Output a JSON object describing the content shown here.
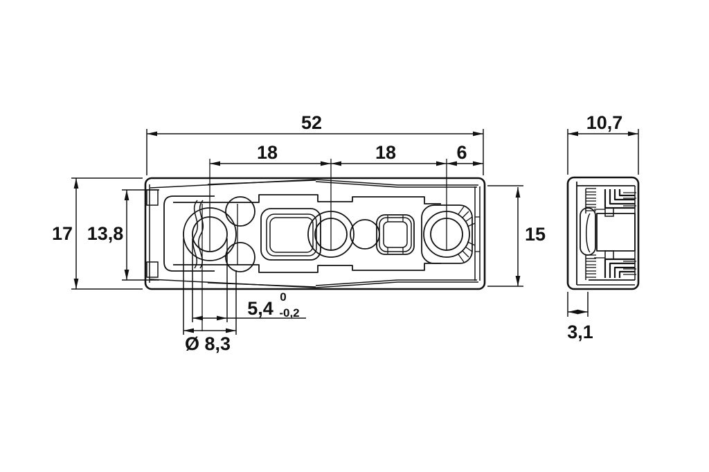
{
  "front_view": {
    "width_total": "52",
    "pitch_left": "18",
    "pitch_right": "18",
    "end_distance": "6",
    "height_total": "17",
    "height_inner": "13,8",
    "height_right": "15",
    "slot_width": "5,4",
    "slot_tol_upper": "0",
    "slot_tol_lower": "-0,2",
    "hole_diameter": "Ø 8,3"
  },
  "side_view": {
    "depth": "10,7",
    "flange_width": "3,1"
  }
}
